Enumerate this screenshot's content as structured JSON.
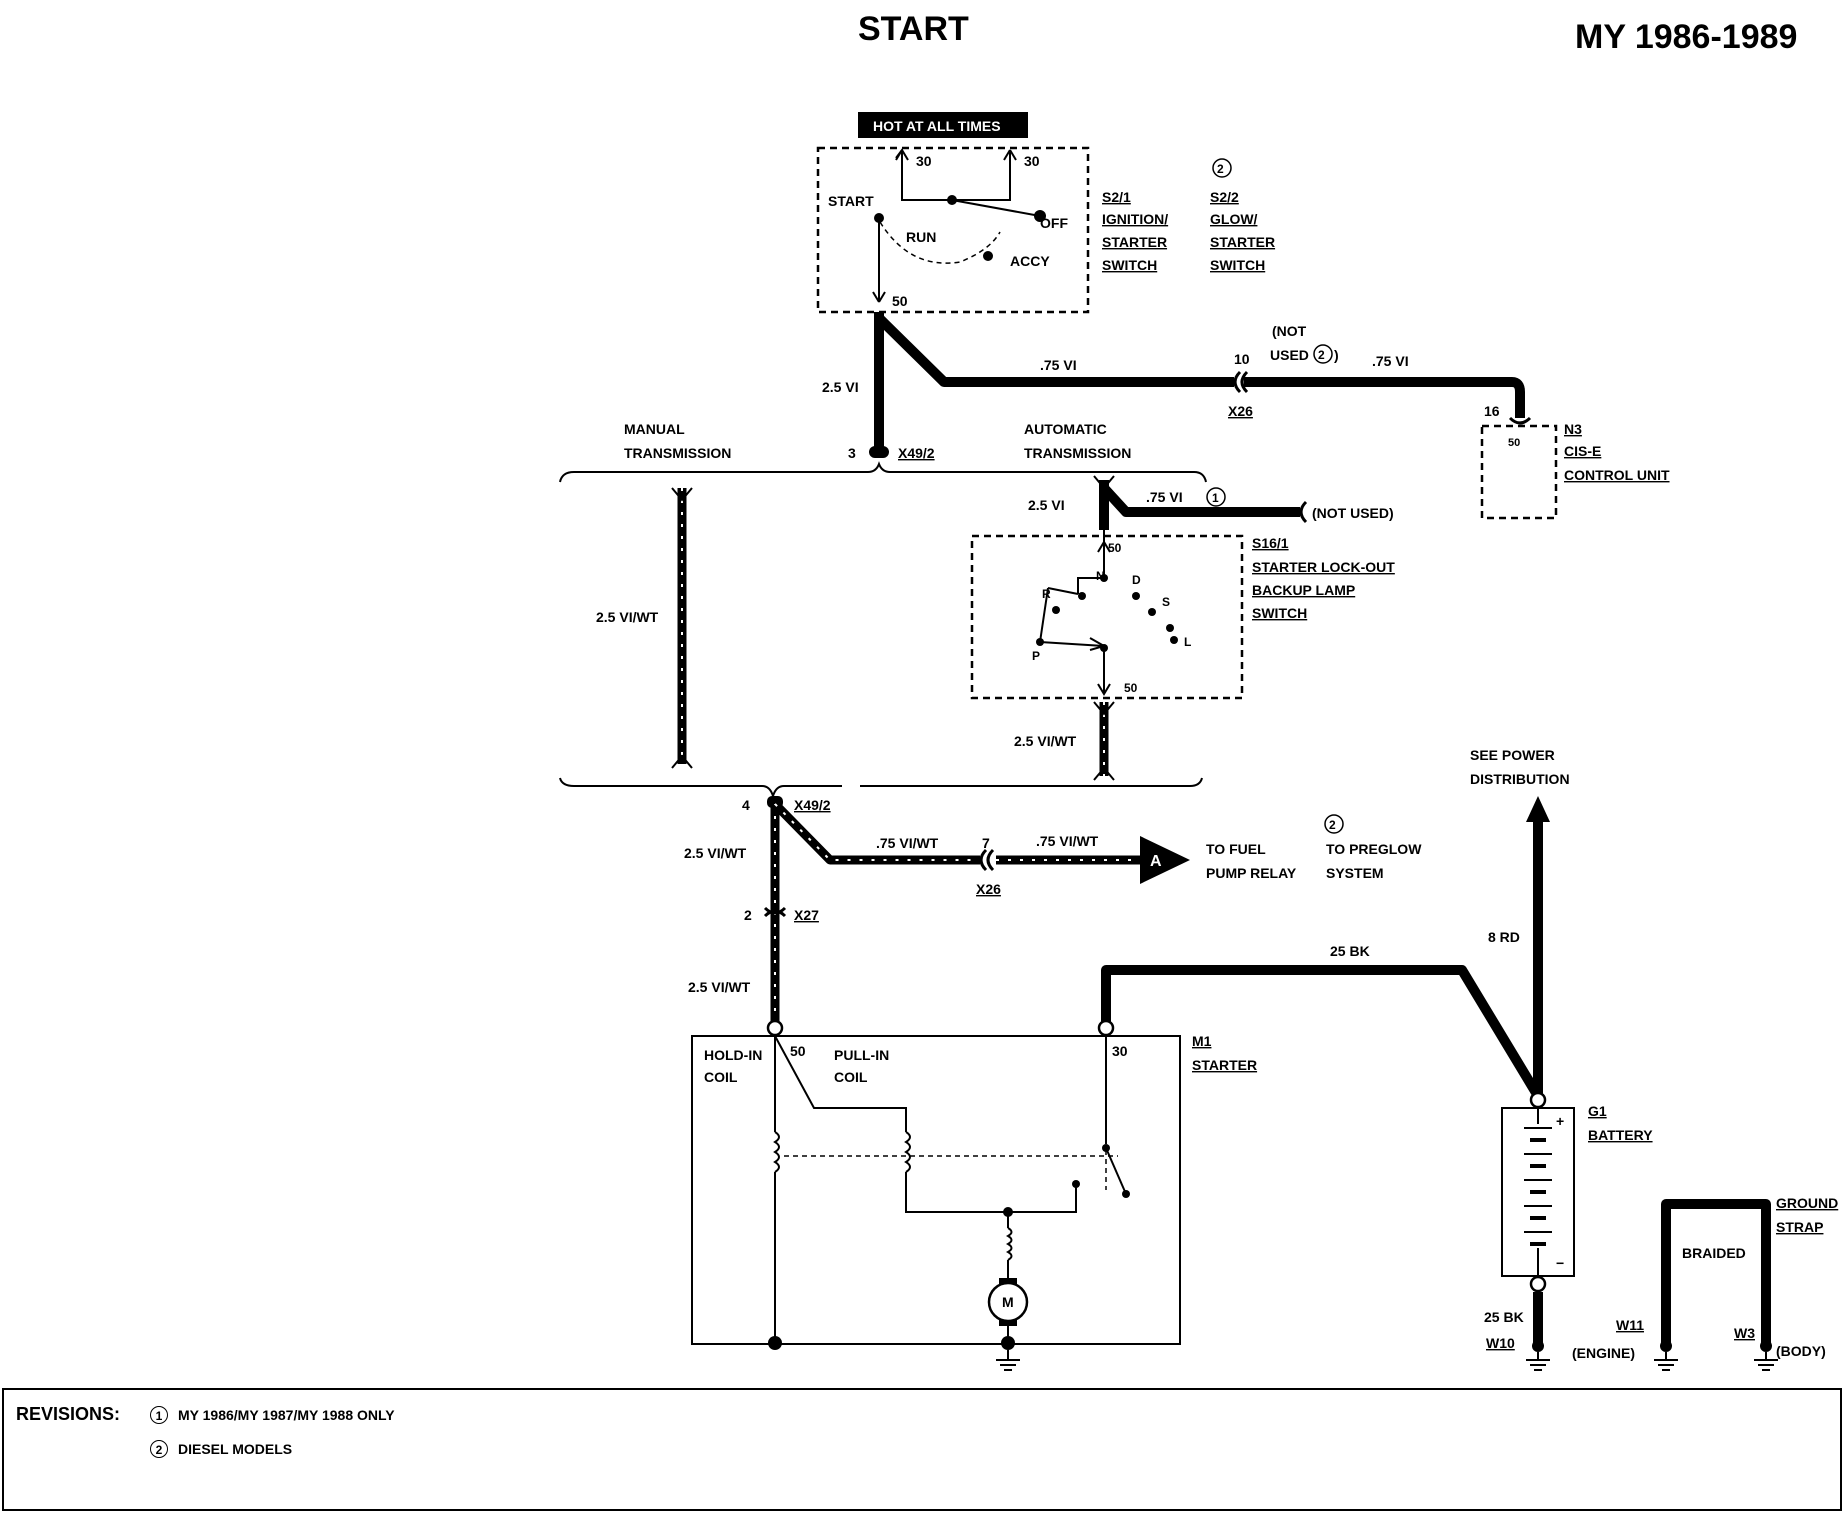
{
  "header": {
    "title": "START",
    "model_years": "MY 1986-1989"
  },
  "labels": {
    "hot_at_all_times": "HOT AT ALL TIMES",
    "t30a": "30",
    "t30b": "30",
    "start": "START",
    "off": "OFF",
    "run": "RUN",
    "accy": "ACCY",
    "t50_ign": "50",
    "s21_code": "S2/1",
    "s21_l1": "IGNITION/",
    "s21_l2": "STARTER",
    "s21_l3": "SWITCH",
    "note2_top": "2",
    "s22_code": "S2/2",
    "s22_l1": "GLOW/",
    "s22_l2": "STARTER",
    "s22_l3": "SWITCH",
    "not_used_top": "(NOT",
    "used": "USED",
    "used_note": "2",
    "used_close": ")",
    "wire_075vi_a": ".75 VI",
    "wire_075vi_b": ".75 VI",
    "pin10": "10",
    "x26_top": "X26",
    "wire_25vi_top": "2.5 VI",
    "pin16": "16",
    "n3_50": "50",
    "n3_code": "N3",
    "n3_l1": "CIS-E",
    "n3_l2": "CONTROL UNIT",
    "manual_l1": "MANUAL",
    "manual_l2": "TRANSMISSION",
    "pin3": "3",
    "x49_2_top": "X49/2",
    "auto_l1": "AUTOMATIC",
    "auto_l2": "TRANSMISSION",
    "wire_25vi_auto": "2.5 VI",
    "wire_075vi_auto": ".75 VI",
    "note1": "1",
    "not_used_right": "(NOT USED)",
    "s161_50_top": "50",
    "gear_r": "R",
    "gear_n": "N",
    "gear_d": "D",
    "gear_s": "S",
    "gear_l": "L",
    "gear_p": "P",
    "s161_50_bot": "50",
    "s161_code": "S16/1",
    "s161_l1": "STARTER LOCK-OUT",
    "s161_l2": "BACKUP LAMP",
    "s161_l3": "SWITCH",
    "wire_25viwt_manual": "2.5 VI/WT",
    "wire_25viwt_auto": "2.5 VI/WT",
    "pin4": "4",
    "x49_2_bot": "X49/2",
    "wire_25viwt_a": "2.5 VI/WT",
    "wire_075viwt_a": ".75 VI/WT",
    "pin7": "7",
    "wire_075viwt_b": ".75 VI/WT",
    "x26_bot": "X26",
    "arrow_a": "A",
    "fuel_l1": "TO FUEL",
    "fuel_l2": "PUMP RELAY",
    "note2_preglow": "2",
    "preglow_l1": "TO PREGLOW",
    "preglow_l2": "SYSTEM",
    "pin2": "2",
    "x27": "X27",
    "wire_25viwt_b": "2.5 VI/WT",
    "see_power_l1": "SEE POWER",
    "see_power_l2": "DISTRIBUTION",
    "wire_25bk": "25 BK",
    "wire_8rd": "8 RD",
    "hold_l1": "HOLD-IN",
    "hold_l2": "COIL",
    "m1_50": "50",
    "pull_l1": "PULL-IN",
    "pull_l2": "COIL",
    "m1_30": "30",
    "m1_code": "M1",
    "m1_l1": "STARTER",
    "motor": "M",
    "plus": "+",
    "minus": "−",
    "g1_code": "G1",
    "g1_l1": "BATTERY",
    "wire_25bk_w10": "25 BK",
    "w10": "W10",
    "braided": "BRAIDED",
    "gs_l1": "GROUND",
    "gs_l2": "STRAP",
    "w11": "W11",
    "engine": "(ENGINE)",
    "w3": "W3",
    "body": "(BODY)"
  },
  "revisions": {
    "title": "REVISIONS:",
    "items": [
      {
        "marker": "1",
        "text": "MY 1986/MY 1987/MY 1988 ONLY"
      },
      {
        "marker": "2",
        "text": "DIESEL MODELS"
      }
    ]
  }
}
